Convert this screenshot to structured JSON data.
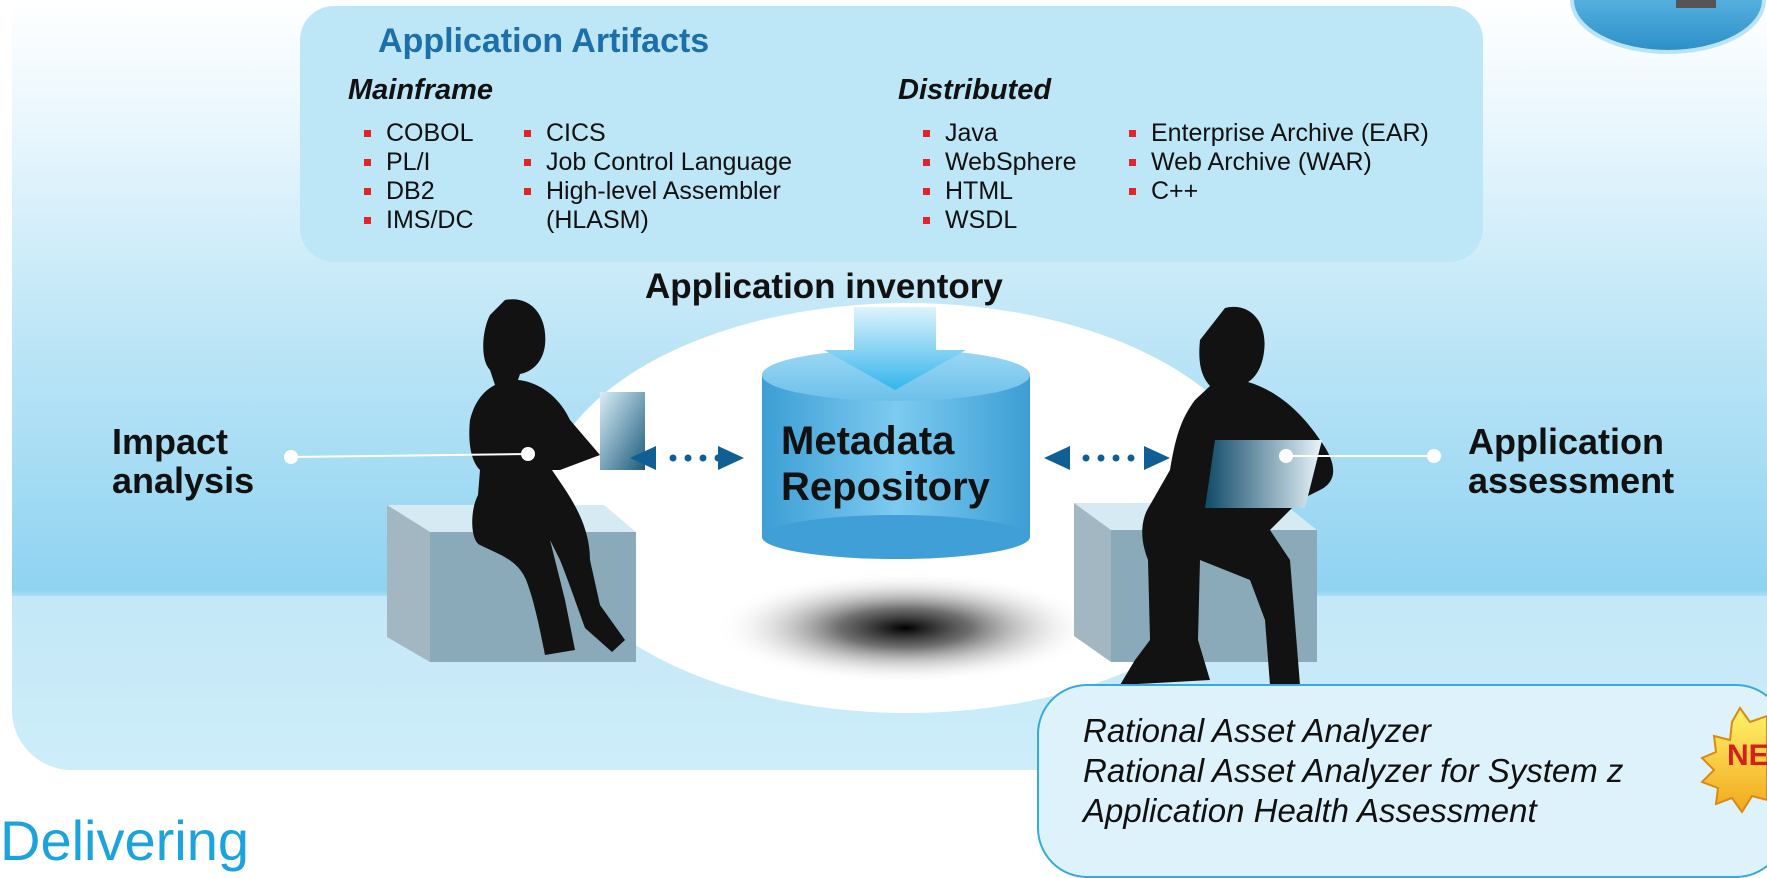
{
  "artifacts": {
    "title": "Application Artifacts",
    "mainframe": {
      "heading": "Mainframe",
      "col1": [
        "COBOL",
        "PL/I",
        "DB2",
        "IMS/DC"
      ],
      "col2": [
        "CICS",
        "Job Control Language",
        "High-level Assembler",
        "(HLASM)"
      ]
    },
    "distributed": {
      "heading": "Distributed",
      "col1": [
        "Java",
        "WebSphere",
        "HTML",
        "WSDL"
      ],
      "col2": [
        "Enterprise Archive (EAR)",
        "Web Archive (WAR)",
        "C++"
      ]
    }
  },
  "inventory_label": "Application inventory",
  "repository_label": [
    "Metadata",
    "Repository"
  ],
  "left_label": [
    "Impact",
    "analysis"
  ],
  "right_label": [
    "Application",
    "assessment"
  ],
  "products": [
    "Rational Asset Analyzer",
    "Rational Asset Analyzer for System z",
    "Application Health Assessment"
  ],
  "new_badge": "NEW",
  "footer_heading": "Delivering",
  "colors": {
    "accent_blue": "#1c6fa8",
    "bullet_red": "#e2232a",
    "cylinder_blue": "#5fb8e6",
    "arrow_blue": "#0f5f95",
    "footer_cyan": "#1ba3de"
  }
}
